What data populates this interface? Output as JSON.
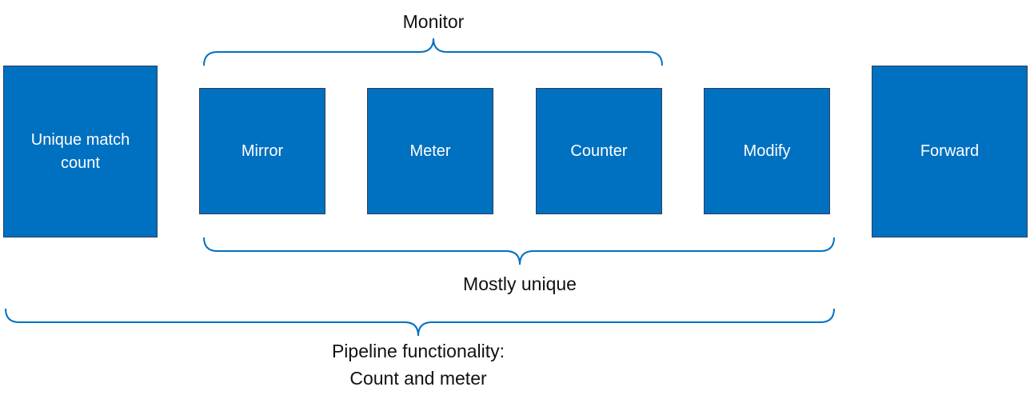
{
  "colors": {
    "box_fill": "#0070c0",
    "box_border": "#2f3f5e",
    "brace": "#0070c0",
    "box_text": "#ffffff",
    "caption_text": "#111111"
  },
  "boxes": {
    "unique_match_count": "Unique match count",
    "mirror": "Mirror",
    "meter": "Meter",
    "counter": "Counter",
    "modify": "Modify",
    "forward": "Forward"
  },
  "groups": {
    "monitor": "Monitor",
    "mostly_unique": "Mostly unique",
    "pipeline_line1": "Pipeline functionality:",
    "pipeline_line2": "Count and meter"
  }
}
